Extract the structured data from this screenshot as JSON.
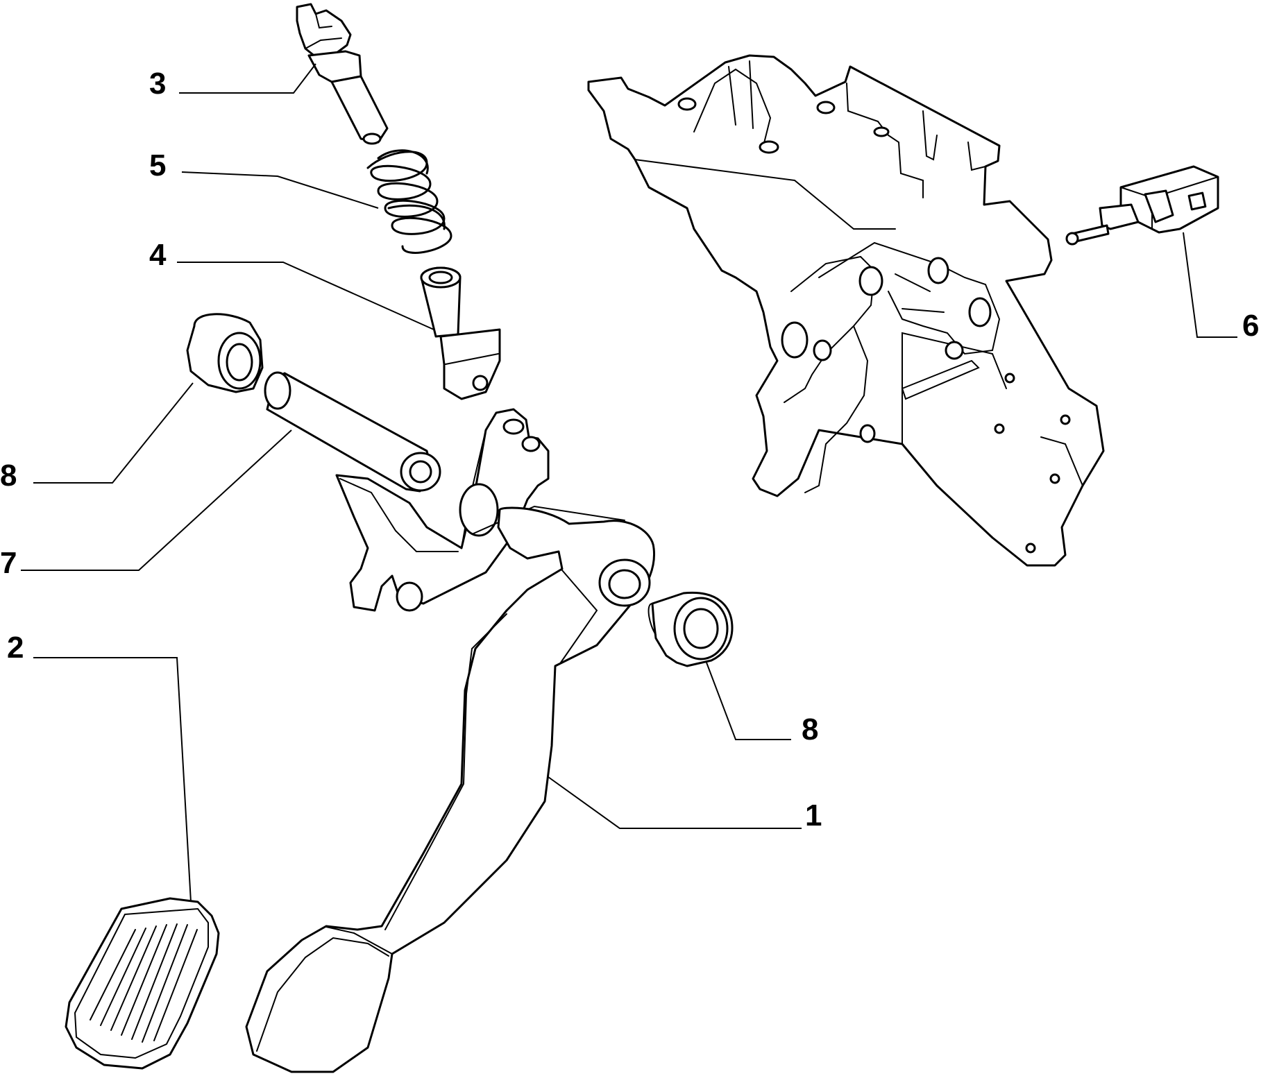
{
  "diagram": {
    "callouts": [
      {
        "id": "c3",
        "label": "3"
      },
      {
        "id": "c5",
        "label": "5"
      },
      {
        "id": "c4",
        "label": "4"
      },
      {
        "id": "c8a",
        "label": "8"
      },
      {
        "id": "c7",
        "label": "7"
      },
      {
        "id": "c2",
        "label": "2"
      },
      {
        "id": "c6",
        "label": "6"
      },
      {
        "id": "c8b",
        "label": "8"
      },
      {
        "id": "c1",
        "label": "1"
      }
    ]
  },
  "colors": {
    "line": "#000000",
    "background": "#ffffff"
  }
}
